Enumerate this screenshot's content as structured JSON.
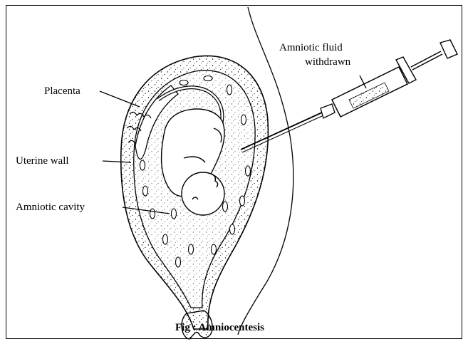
{
  "labels": {
    "placenta": "Placenta",
    "uterine_wall": "Uterine wall",
    "amniotic_cavity": "Amniotic cavity",
    "fluid_line1": "Amniotic fluid",
    "fluid_line2": "withdrawn"
  },
  "caption": "Fig : Amniocentesis",
  "colors": {
    "ink": "#000000",
    "background": "#ffffff"
  }
}
